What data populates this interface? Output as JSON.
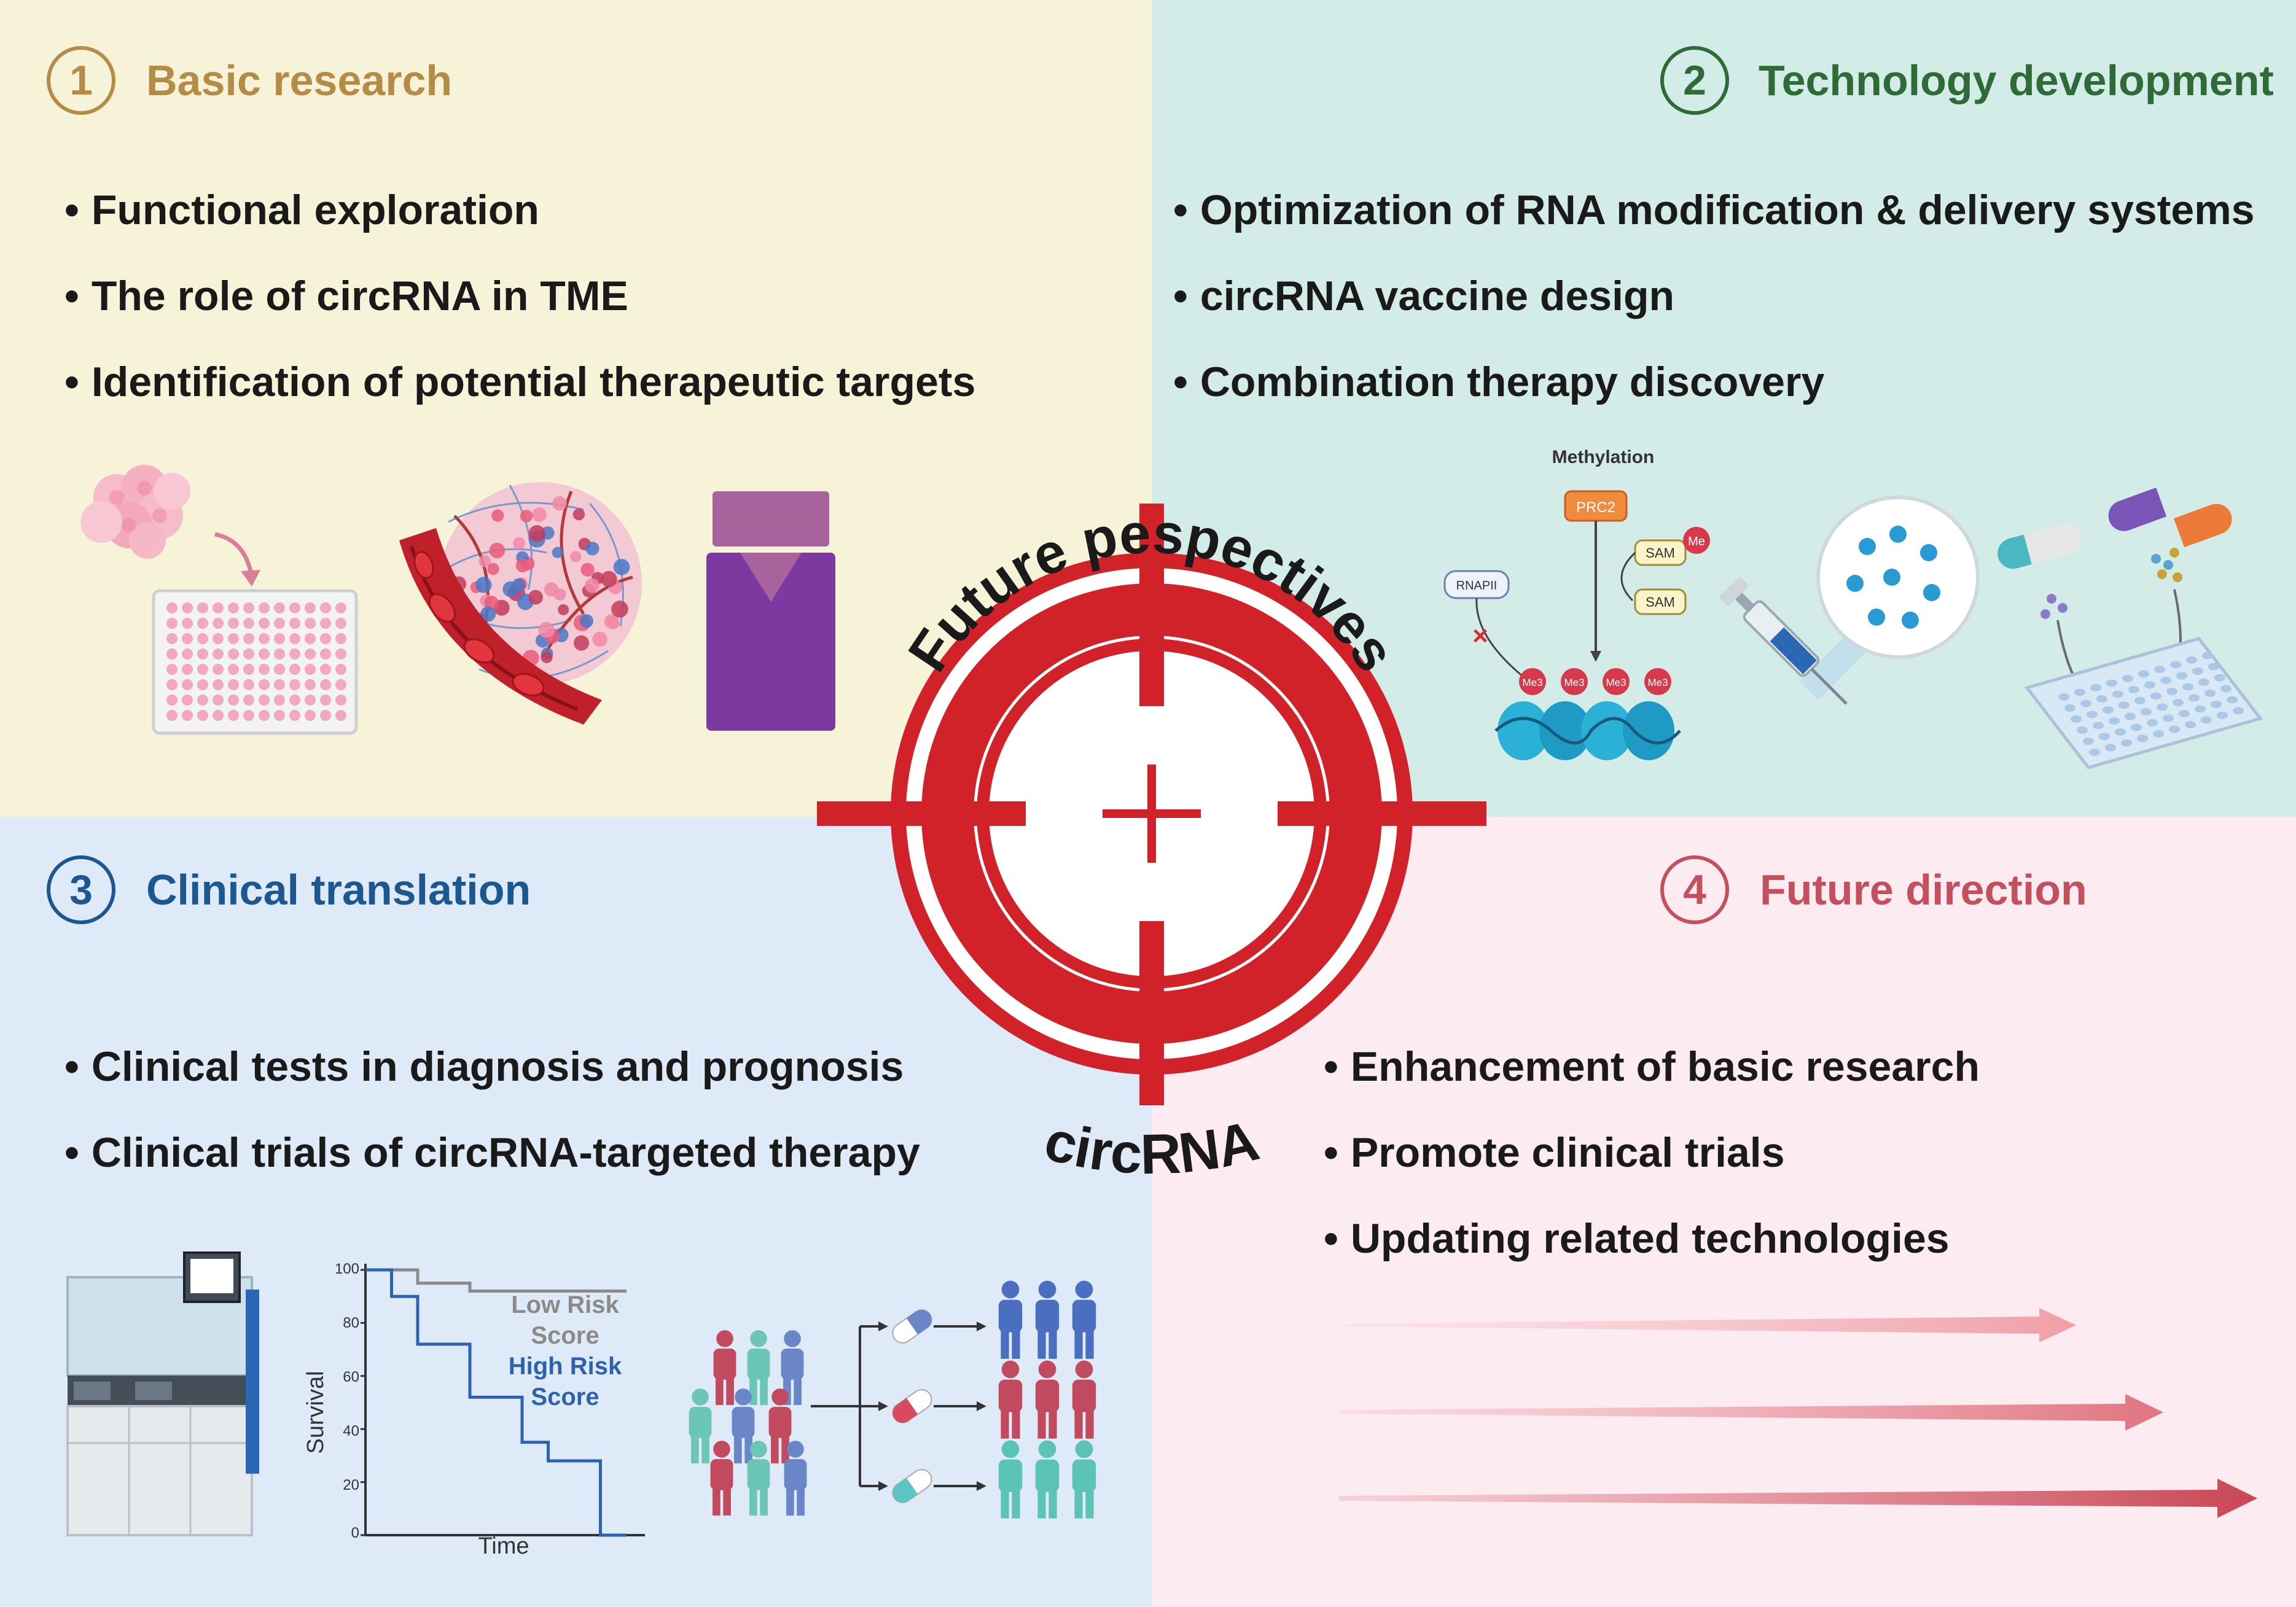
{
  "colors": {
    "q1_bg": "#f6f3d9",
    "q2_bg": "#d3ece8",
    "q3_bg": "#dfeaf8",
    "q4_bg": "#fcecf2",
    "q1_accent": "#b58c46",
    "q2_accent": "#2e6b36",
    "q3_accent": "#1d5790",
    "q4_accent": "#c4505d",
    "target_red": "#d1222a"
  },
  "center": {
    "arc_top": "Future pespectives",
    "arc_bottom": "circRNA",
    "icon": "target-crosshair-icon"
  },
  "sections": [
    {
      "number": "1",
      "title": "Basic research",
      "bullets": [
        "Functional exploration",
        "The role of circRNA in TME",
        "Identification of potential therapeutic targets"
      ],
      "icons": [
        "cell-culture-icon",
        "tumor-vessel-icon",
        "antibody-vial-icon"
      ]
    },
    {
      "number": "2",
      "title": "Technology development",
      "bullets": [
        "Optimization of RNA modification & delivery systems",
        "circRNA vaccine design",
        "Combination therapy discovery"
      ],
      "icons": [
        "methylation-diagram-icon",
        "syringe-icon",
        "nanoparticle-icon",
        "drug-screening-plate-icon"
      ],
      "methylation": {
        "title": "Methylation",
        "prc2": "PRC2",
        "rnapii": "RNAPII",
        "sam1": "SAM",
        "sam2": "SAM",
        "me": "Me",
        "me3": [
          "Me3",
          "Me3",
          "Me3",
          "Me3"
        ]
      }
    },
    {
      "number": "3",
      "title": "Clinical translation",
      "bullets": [
        "Clinical tests in diagnosis and prognosis",
        "Clinical trials of circRNA-targeted therapy"
      ],
      "icons": [
        "lab-analyzer-icon",
        "survival-curve-icon",
        "patient-stratification-icon"
      ],
      "survival_chart": {
        "type": "line",
        "ylabel": "Survival",
        "xlabel": "Time",
        "yticks": [
          "100",
          "80",
          "60",
          "40",
          "20",
          "0"
        ],
        "ylim": [
          0,
          100
        ],
        "series": [
          {
            "name": "Low Risk Score",
            "color": "#8a8a8a",
            "values": [
              100,
              100,
              95,
              95,
              92,
              92,
              92,
              92,
              92,
              92
            ]
          },
          {
            "name": "High Risk Score",
            "color": "#2d63ad",
            "values": [
              100,
              90,
              72,
              72,
              52,
              52,
              35,
              28,
              28,
              0
            ]
          }
        ],
        "labels": {
          "low_1": "Low Risk",
          "low_2": "Score",
          "high_1": "High Risk",
          "high_2": "Score"
        }
      }
    },
    {
      "number": "4",
      "title": "Future direction",
      "bullets": [
        "Enhancement of basic research",
        "Promote clinical trials",
        "Updating related technologies"
      ],
      "icons": [
        "arrow-right-icon",
        "arrow-right-icon",
        "arrow-right-icon"
      ]
    }
  ]
}
